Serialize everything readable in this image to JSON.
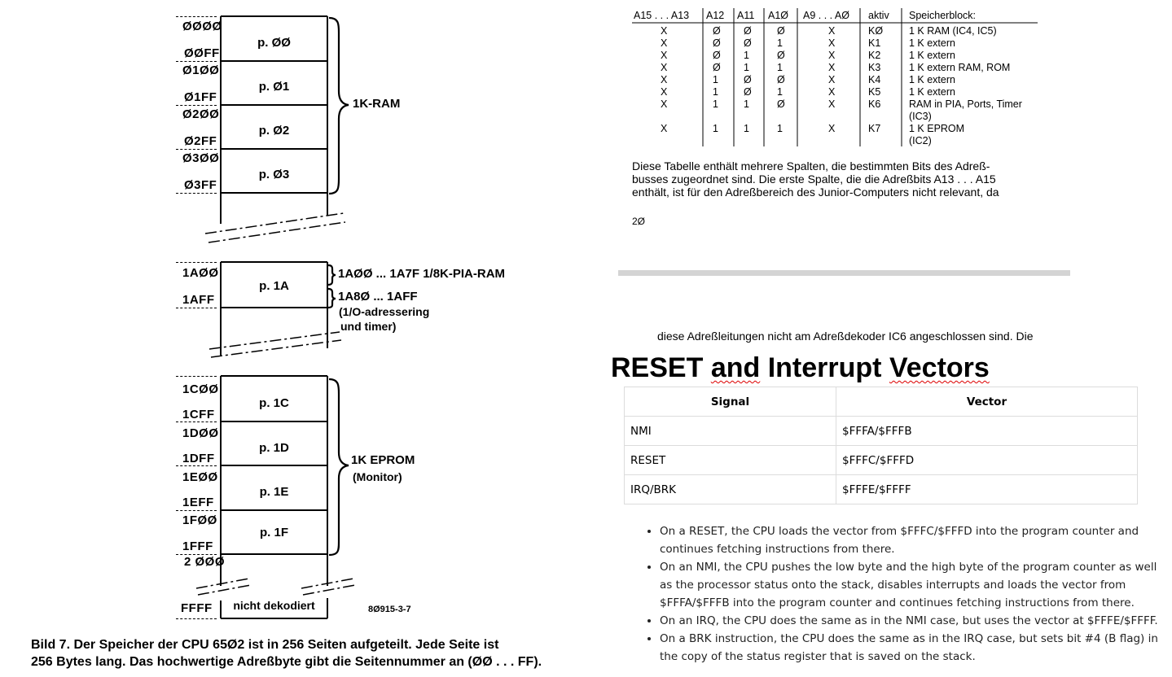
{
  "memory_map": {
    "pages": [
      {
        "start": "ØØØØ",
        "end": "ØØFF",
        "label": "p. ØØ"
      },
      {
        "start": "Ø1ØØ",
        "end": "Ø1FF",
        "label": "p. Ø1"
      },
      {
        "start": "Ø2ØØ",
        "end": "Ø2FF",
        "label": "p. Ø2"
      },
      {
        "start": "Ø3ØØ",
        "end": "Ø3FF",
        "label": "p. Ø3"
      },
      {
        "start": "1AØØ",
        "end": "1AFF",
        "label": "p. 1A"
      },
      {
        "start": "1CØØ",
        "end": "1CFF",
        "label": "p. 1C"
      },
      {
        "start": "1DØØ",
        "end": "1DFF",
        "label": "p. 1D"
      },
      {
        "start": "1EØØ",
        "end": "1EFF",
        "label": "p. 1E"
      },
      {
        "start": "1FØØ",
        "end": "1FFF",
        "label": "p. 1F"
      }
    ],
    "addr_2000": "2 ØØØ",
    "addr_ffff": "FFFF",
    "not_decoded": "nicht dekodiert",
    "ram_label": "1K-RAM",
    "pia_ram_label": "1AØØ ... 1A7F 1/8K-PIA-RAM",
    "io_label_1": "1A8Ø ... 1AFF",
    "io_label_2": "(1/O-adressering",
    "io_label_3": "und timer)",
    "eprom_label_1": "1K EPROM",
    "eprom_label_2": "(Monitor)",
    "figure_code": "8Ø915-3-7",
    "caption_1": "Bild 7. Der Speicher der CPU 65Ø2 ist in 256 Seiten aufgeteilt. Jede Seite ist",
    "caption_2": "256 Bytes lang. Das hochwertige Adreßbyte gibt die Seitennummer an (ØØ . . . FF)."
  },
  "scan_table": {
    "headers": [
      "A15 . . . A13",
      "A12",
      "A11",
      "A1Ø",
      "A9 . . . AØ",
      "aktiv",
      "Speicherblock:"
    ],
    "rows": [
      [
        "X",
        "Ø",
        "Ø",
        "Ø",
        "X",
        "KØ",
        "1 K RAM (IC4, IC5)",
        ""
      ],
      [
        "X",
        "Ø",
        "Ø",
        "1",
        "X",
        "K1",
        "1 K extern",
        ""
      ],
      [
        "X",
        "Ø",
        "1",
        "Ø",
        "X",
        "K2",
        "1 K extern",
        ""
      ],
      [
        "X",
        "Ø",
        "1",
        "1",
        "X",
        "K3",
        "1 K extern     RAM, ROM",
        ""
      ],
      [
        "X",
        "1",
        "Ø",
        "Ø",
        "X",
        "K4",
        "1 K extern",
        ""
      ],
      [
        "X",
        "1",
        "Ø",
        "1",
        "X",
        "K5",
        "1 K extern",
        ""
      ],
      [
        "X",
        "1",
        "1",
        "Ø",
        "X",
        "K6",
        "RAM in PIA, Ports, Timer",
        "(IC3)"
      ],
      [
        "X",
        "1",
        "1",
        "1",
        "X",
        "K7",
        "1 K EPROM",
        "(IC2)"
      ]
    ],
    "para_1": "Diese Tabelle enthält mehrere Spalten, die bestimmten Bits des Adreß-",
    "para_2": "busses zugeordnet sind. Die erste Spalte, die die Adreßbits A13 . . . A15",
    "para_3": "enthält, ist für den Adreßbereich des Junior-Computers nicht relevant, da",
    "page_number": "2Ø",
    "next_page_line": "diese Adreßleitungen nicht am Adreßdekoder IC6 angeschlossen sind. Die"
  },
  "vectors": {
    "title_1": "RESET",
    "title_2": "and",
    "title_3": "Interrupt",
    "title_4": "Vectors",
    "headers": [
      "Signal",
      "Vector"
    ],
    "rows": [
      [
        "NMI",
        "$FFFA/$FFFB"
      ],
      [
        "RESET",
        "$FFFC/$FFFD"
      ],
      [
        "IRQ/BRK",
        "$FFFE/$FFFF"
      ]
    ],
    "notes": [
      "On a RESET, the CPU loads the vector from $FFFC/$FFFD into the program counter and continues fetching instructions from there.",
      "On an NMI, the CPU pushes the low byte and the high byte of the program counter as well as the processor status onto the stack, disables interrupts and loads the vector from $FFFA/$FFFB into the program counter and continues fetching instructions from there.",
      "On an IRQ, the CPU does the same as in the NMI case, but uses the vector at $FFFE/$FFFF.",
      "On a BRK instruction, the CPU does the same as in the IRQ case, but sets bit #4 (B flag) in the copy of the status register that is saved on the stack."
    ]
  }
}
